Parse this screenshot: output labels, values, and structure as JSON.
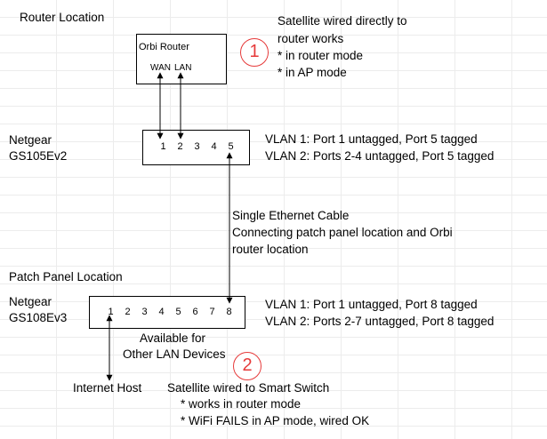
{
  "router_location": "Router Location",
  "patch_panel_location": "Patch Panel Location",
  "orbi": {
    "title": "Orbi Router",
    "wan": "WAN",
    "lan": "LAN"
  },
  "note1": {
    "badge": "1",
    "lines": [
      "Satellite wired directly to",
      "router works",
      "* in router mode",
      "* in AP mode"
    ]
  },
  "switch1": {
    "name_lines": [
      "Netgear",
      "GS105Ev2"
    ],
    "ports": [
      "1",
      "2",
      "3",
      "4",
      "5"
    ],
    "vlans": [
      "VLAN 1: Port 1 untagged, Port 5 tagged",
      "VLAN 2: Ports 2-4 untagged, Port 5 tagged"
    ]
  },
  "cable_note": [
    "Single Ethernet Cable",
    "Connecting patch panel location and Orbi",
    "router location"
  ],
  "switch2": {
    "name_lines": [
      "Netgear",
      "GS108Ev3"
    ],
    "ports": [
      "1",
      "2",
      "3",
      "4",
      "5",
      "6",
      "7",
      "8"
    ],
    "vlans": [
      "VLAN 1: Port 1 untagged, Port 8 tagged",
      "VLAN 2: Ports 2-7 untagged, Port 8 tagged"
    ]
  },
  "available_note": [
    "Available for",
    "Other LAN Devices"
  ],
  "internet_host": "Internet Host",
  "note2": {
    "badge": "2",
    "lines": [
      "Satellite wired to Smart Switch",
      "* works in router mode",
      "* WiFi FAILS in AP mode, wired OK"
    ]
  },
  "colors": {
    "badge": "#e63a3a",
    "line": "#000000",
    "grid": "#ececec"
  }
}
